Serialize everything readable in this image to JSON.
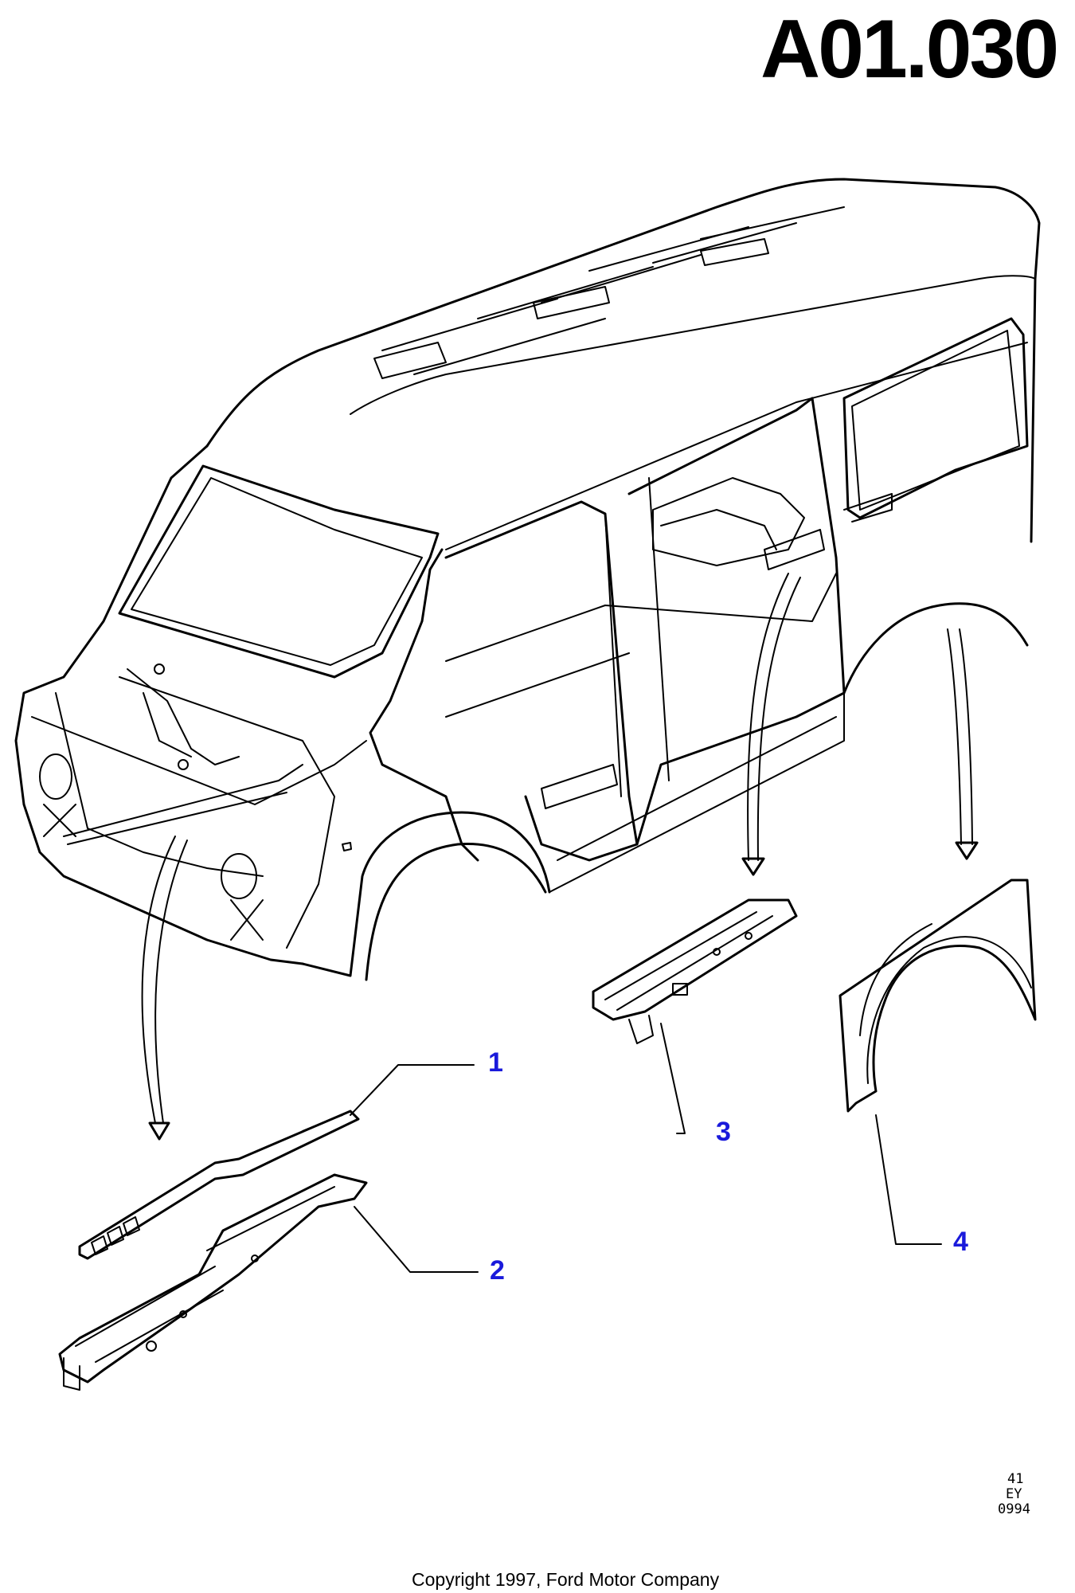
{
  "diagram": {
    "code": "A01.030",
    "callouts": [
      {
        "number": "1"
      },
      {
        "number": "2"
      },
      {
        "number": "3"
      },
      {
        "number": "4"
      }
    ],
    "stamp": {
      "line1": "41",
      "line2": "EY",
      "line3": "0994"
    },
    "copyright": "Copyright 1997, Ford Motor Company"
  }
}
